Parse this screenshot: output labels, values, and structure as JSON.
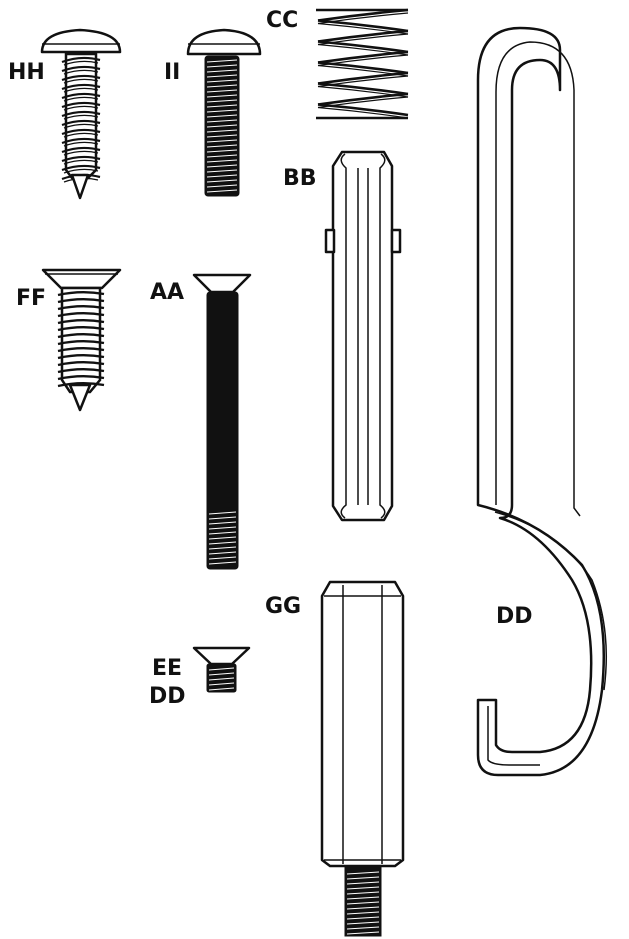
{
  "labels": {
    "hh": "HH",
    "ii": "II",
    "cc": "CC",
    "bb": "BB",
    "ff": "FF",
    "aa": "AA",
    "gg": "GG",
    "ee": "EE",
    "dd_small": "DD",
    "dd_hook": "DD"
  },
  "colors": {
    "ink": "#111111",
    "paper": "#ffffff"
  },
  "parts": [
    "pan-head-tapping-screw",
    "pan-head-machine-screw",
    "compression-spring",
    "hex-spacer-bar",
    "flat-head-tapping-screw",
    "long-flat-head-machine-screw",
    "hex-standoff-with-stud",
    "short-flat-head-screw",
    "j-hook"
  ]
}
